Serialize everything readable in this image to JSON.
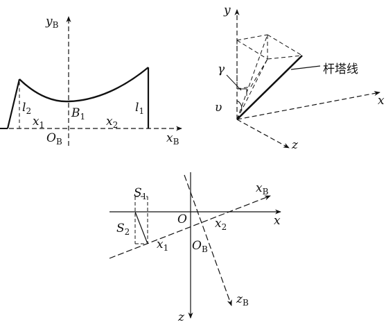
{
  "panel_a": {
    "yB": "y",
    "yB_sub": "B",
    "xB": "x",
    "xB_sub": "B",
    "OB": "O",
    "OB_sub": "B",
    "B1": "B",
    "B1_sub": "1",
    "l1": "l",
    "l1_sub": "1",
    "l2": "l",
    "l2_sub": "2",
    "x1": "x",
    "x1_sub": "1",
    "x2": "x",
    "x2_sub": "2"
  },
  "panel_b": {
    "y": "y",
    "x": "x",
    "z": "z",
    "gamma": "γ",
    "upsilon": "υ",
    "tower_line": "杆塔线"
  },
  "panel_c": {
    "S1": "S",
    "S1_sub": "1",
    "S2": "S",
    "S2_sub": "2",
    "O": "O",
    "x": "x",
    "z": "z",
    "xB": "x",
    "xB_sub": "B",
    "zB": "z",
    "zB_sub": "B",
    "OB": "O",
    "OB_sub": "B",
    "x1": "x",
    "x1_sub": "1",
    "x2": "x",
    "x2_sub": "2"
  }
}
